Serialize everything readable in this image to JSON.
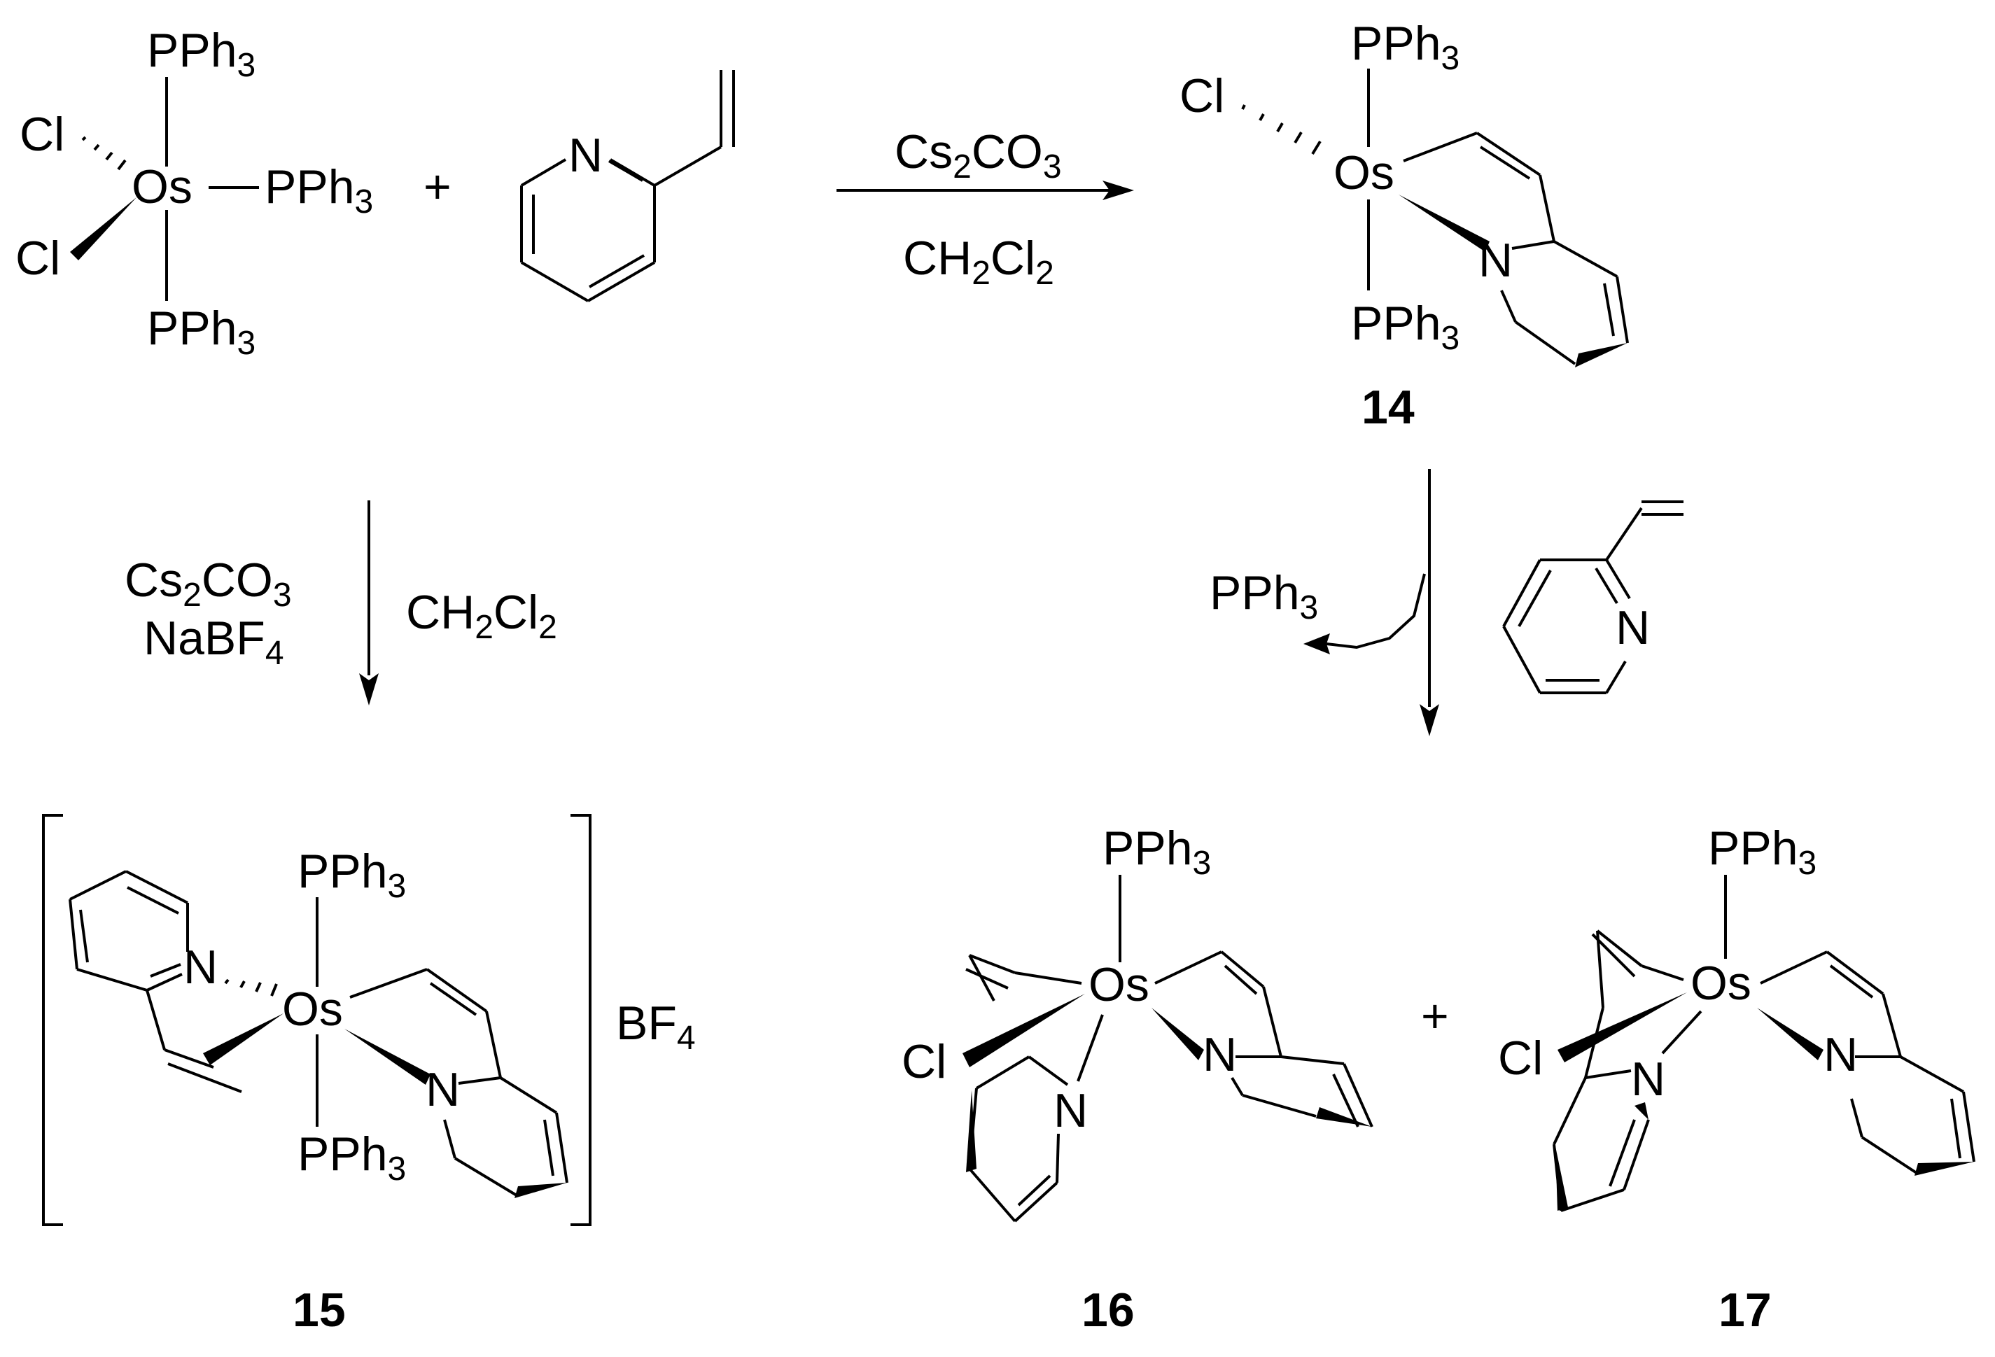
{
  "reagents": {
    "top": {
      "line1": "Cs",
      "line1_sub": "2",
      "line1_b": "CO",
      "line1_sub2": "3",
      "line2": "CH",
      "line2_sub": "2",
      "line2_b": "Cl",
      "line2_sub2": "2"
    },
    "left": {
      "line1": "Cs",
      "line1_sub": "2",
      "line1_b": "CO",
      "line1_sub2": "3",
      "line2": "NaBF",
      "line2_sub": "4",
      "line3": "CH",
      "line3_sub": "2",
      "line3_b": "Cl",
      "line3_sub2": "2"
    },
    "right": {
      "leaving": "PPh",
      "leaving_sub": "3"
    }
  },
  "atoms": {
    "os": "Os",
    "cl": "Cl",
    "n": "N",
    "pph": "PPh",
    "pph_sub": "3",
    "plus": "+",
    "bf": "BF",
    "bf_sub": "4"
  },
  "compounds": {
    "c14": "14",
    "c15": "15",
    "c16": "16",
    "c17": "17"
  }
}
